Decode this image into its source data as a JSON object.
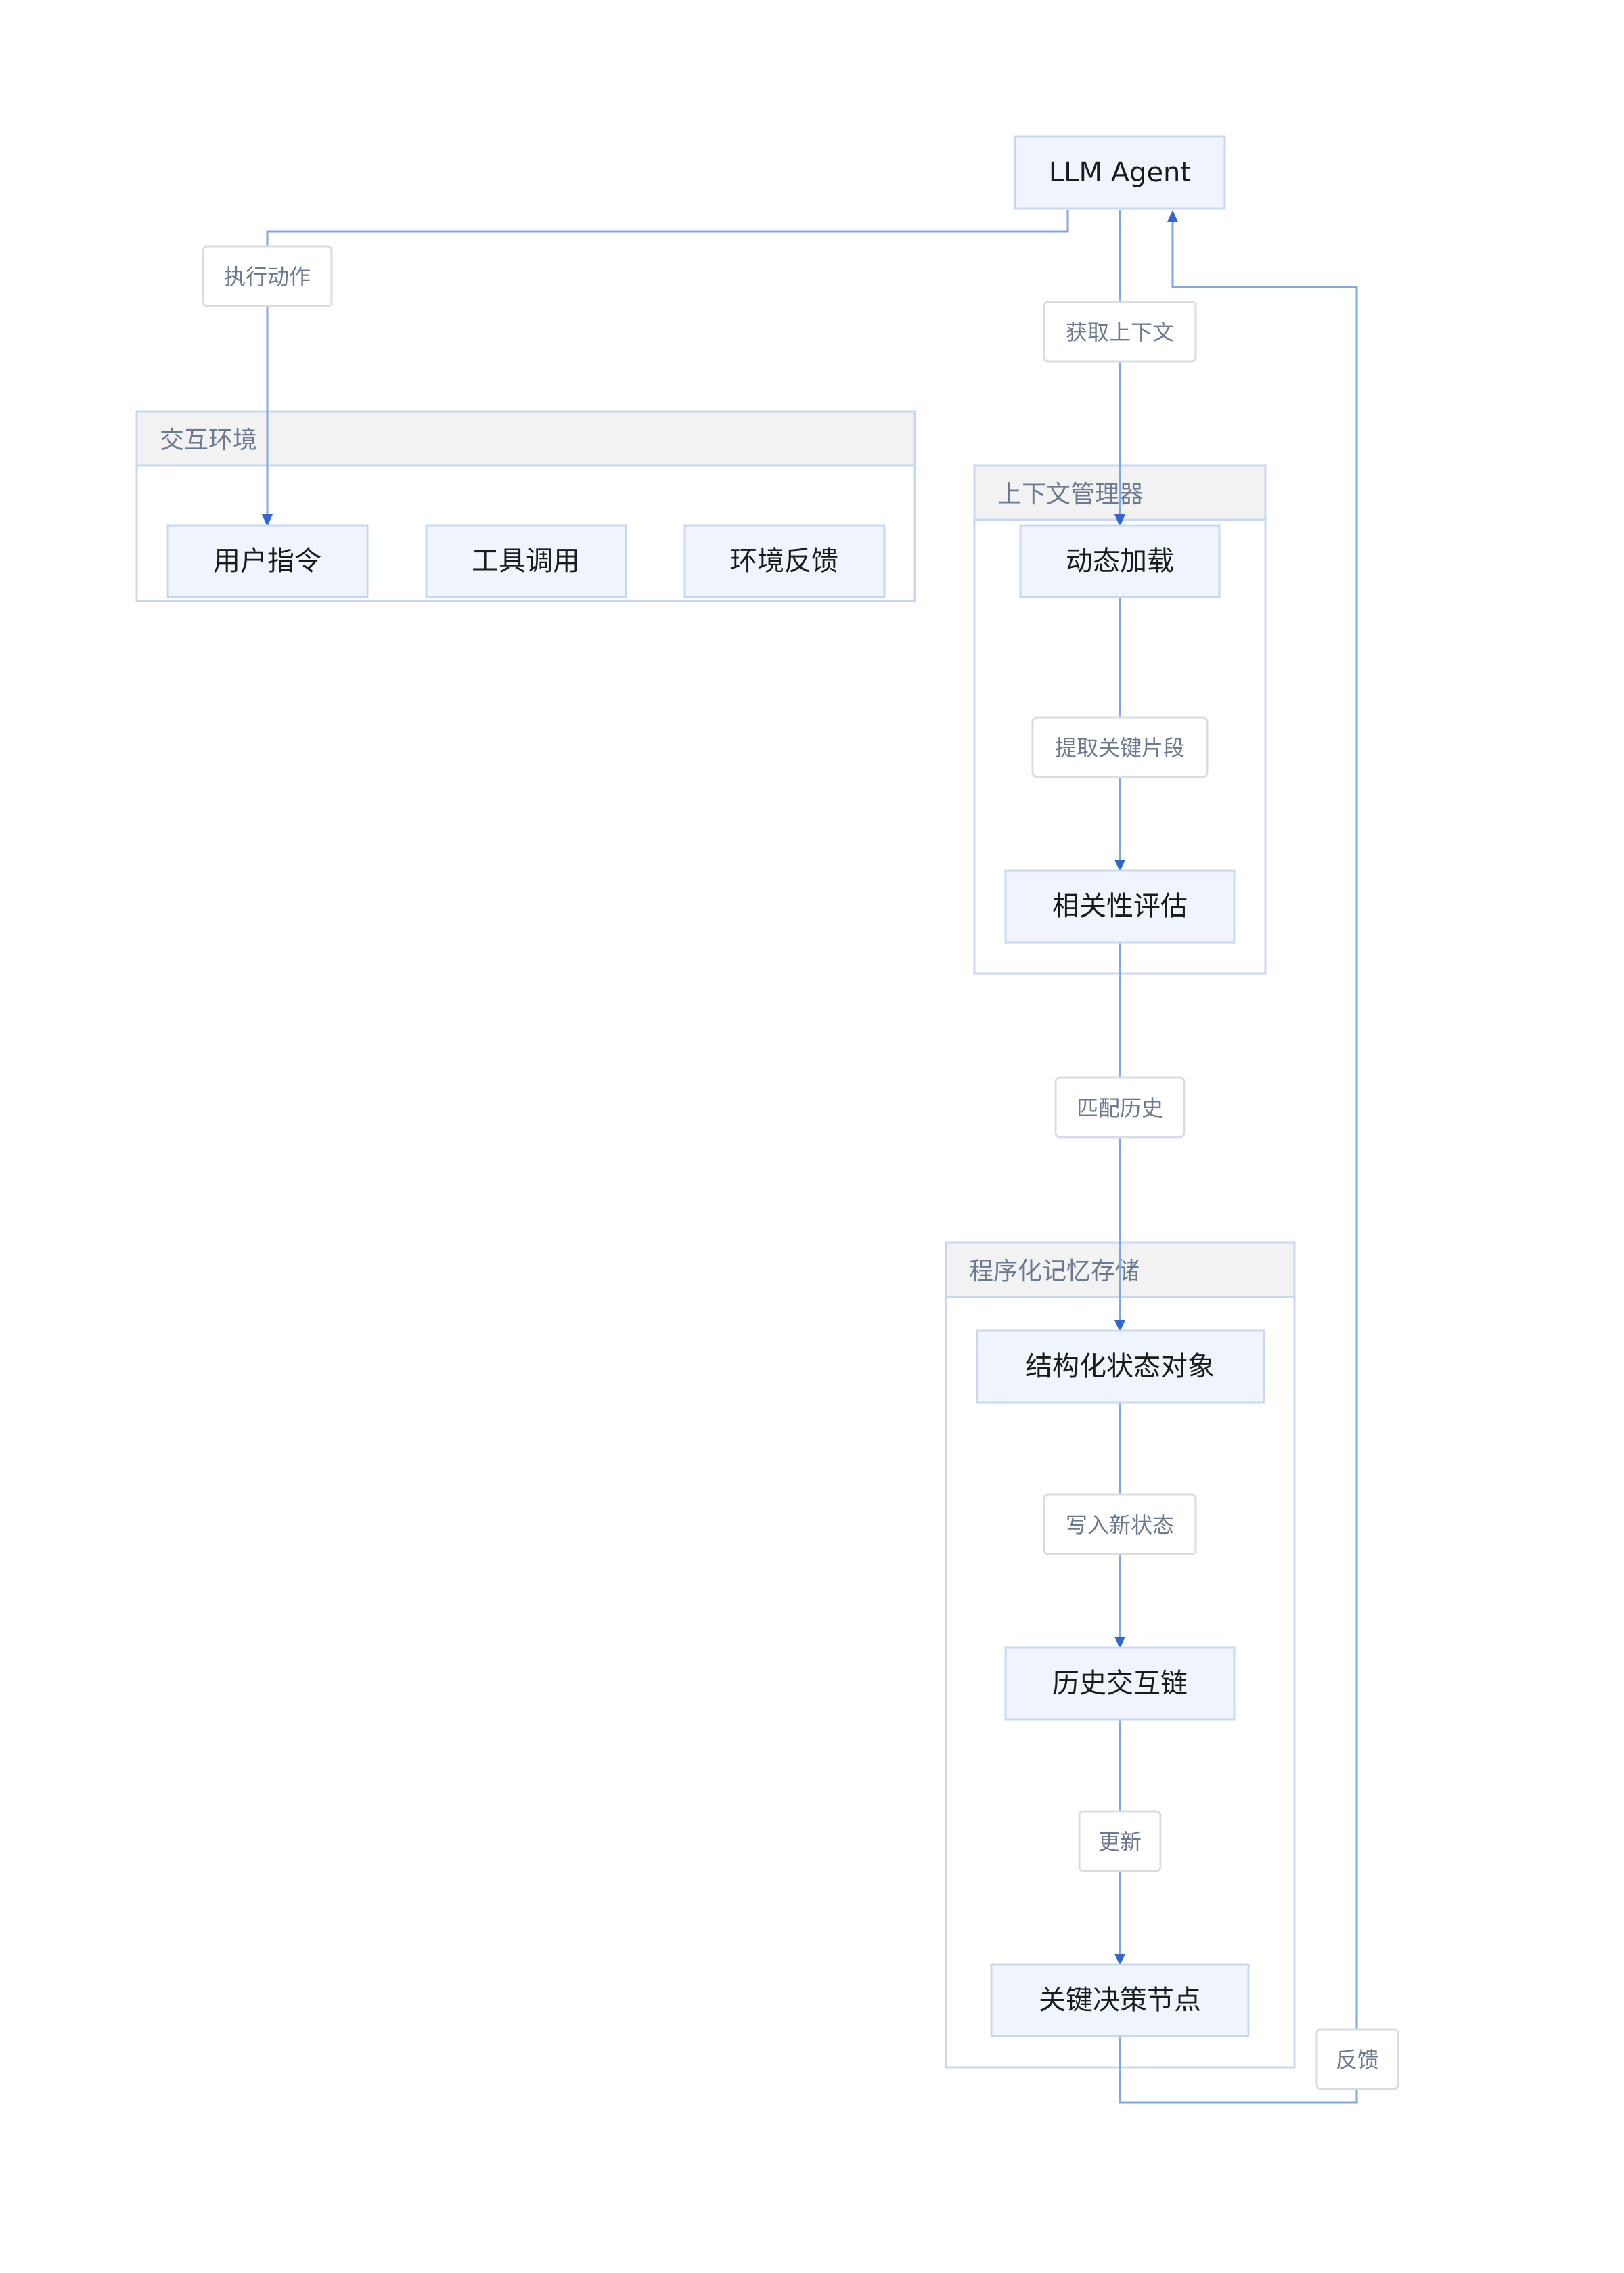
{
  "nodes": {
    "agent": "LLM Agent",
    "user_instruction": "用户指令",
    "tool_call": "工具调用",
    "env_feedback": "环境反馈",
    "dynamic_load": "动态加载",
    "relevance_eval": "相关性评估",
    "structured_state": "结构化状态对象",
    "history_chain": "历史交互链",
    "key_decision": "关键决策节点"
  },
  "groups": {
    "interaction_env": "交互环境",
    "context_manager": "上下文管理器",
    "procedural_memory": "程序化记忆存储"
  },
  "edges": {
    "execute_action": "执行动作",
    "get_context": "获取上下文",
    "extract_key_segments": "提取关键片段",
    "match_history": "匹配历史",
    "write_new_state": "写入新状态",
    "update": "更新",
    "feedback": "反馈"
  },
  "colors": {
    "node_fill": "#f0f5fd",
    "node_border": "#c8d8f2",
    "edge": "#7fa6e6",
    "arrowhead": "#2f66d0",
    "group_header": "#f2f2f2"
  }
}
